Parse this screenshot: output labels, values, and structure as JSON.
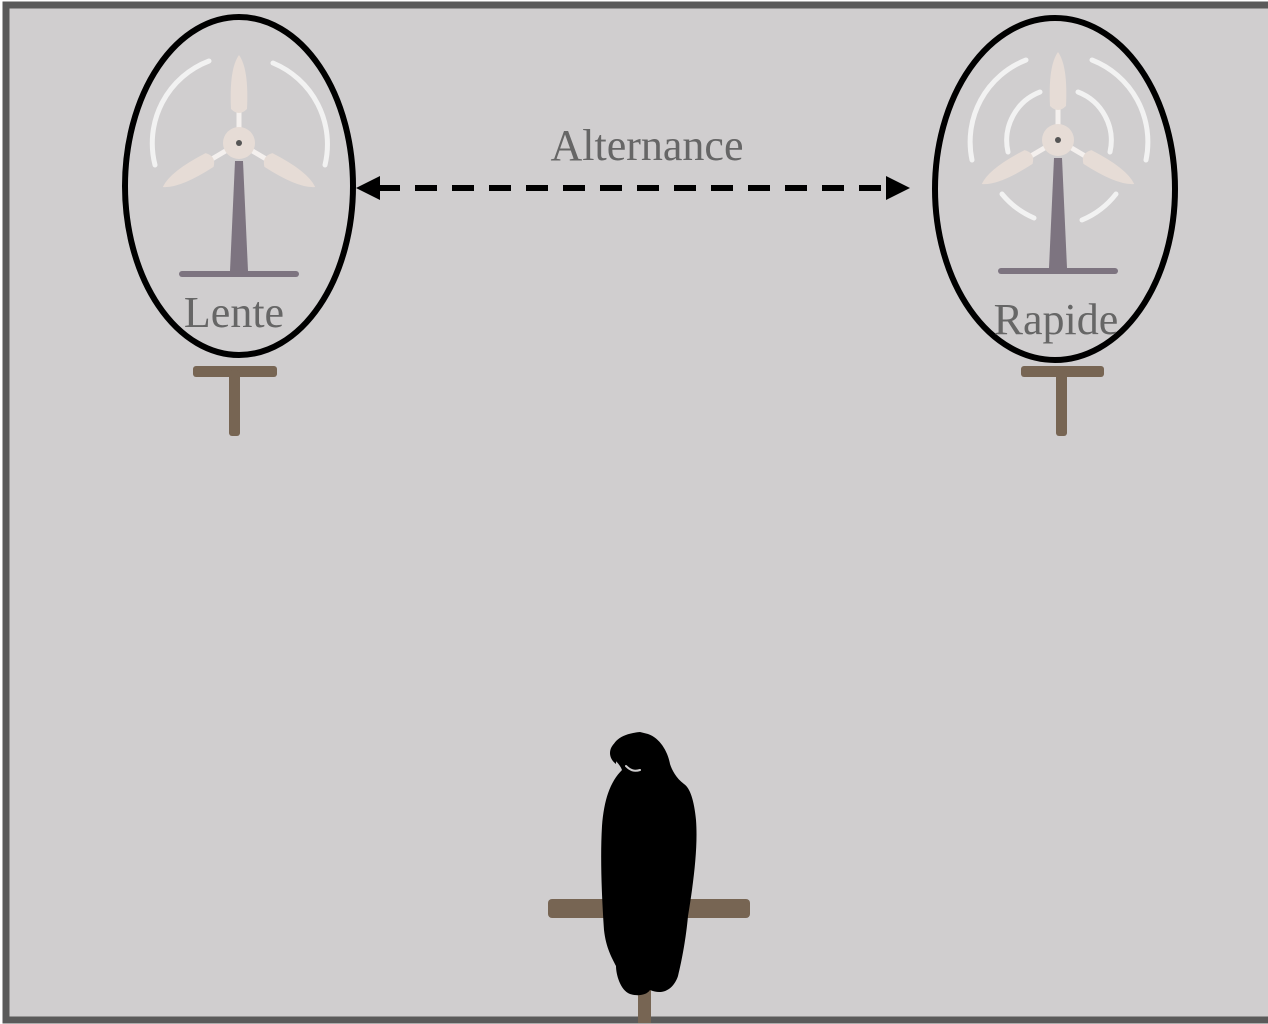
{
  "diagram": {
    "top_label": "Alternance",
    "left_turbine_label": "Lente",
    "right_turbine_label": "Rapide"
  },
  "colors": {
    "background": "#d0cecf",
    "frame": "#5a5a5a",
    "perch": "#776553",
    "tower": "#7d7480",
    "blade": "#e6dcd6",
    "motion_lines": "#f2f2f2",
    "ellipse": "#000000",
    "bird": "#000000",
    "text": "#666666"
  },
  "icons": {
    "turbine": "wind-turbine-icon",
    "bird": "raptor-silhouette-icon",
    "arrow": "double-headed-dashed-arrow"
  }
}
